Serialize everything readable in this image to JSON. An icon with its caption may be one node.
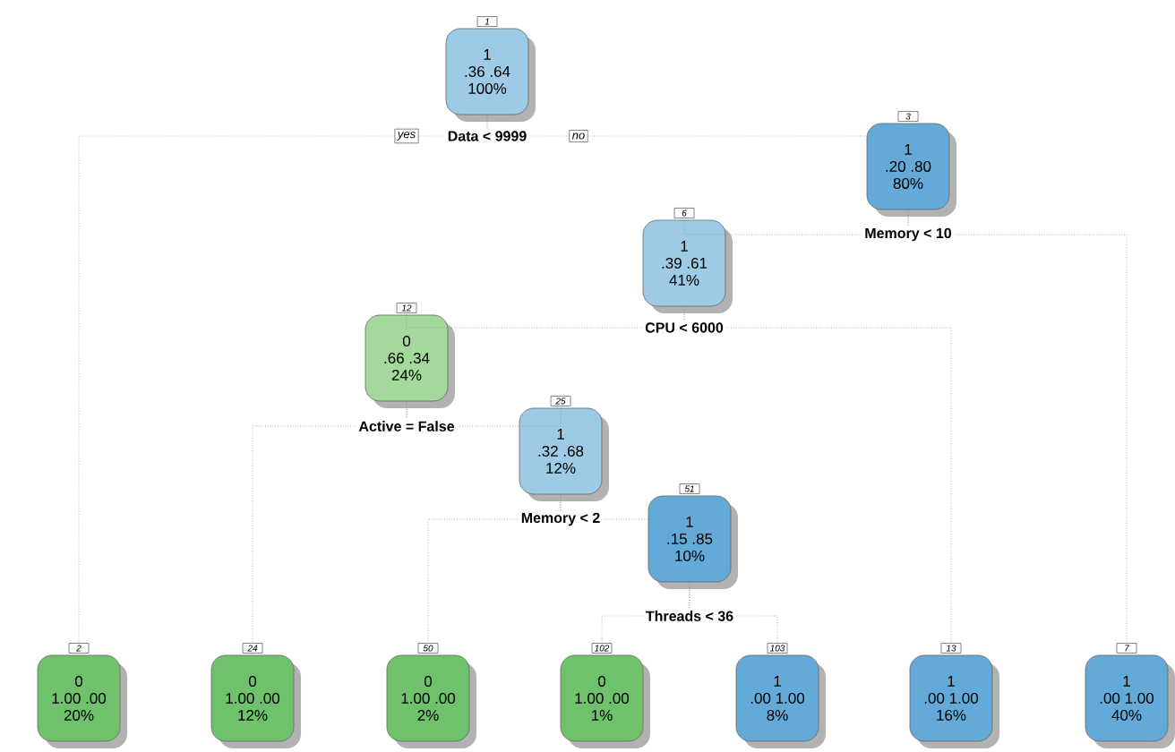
{
  "diagram": {
    "nodes": [
      {
        "text": [
          "1",
          ".36 .64",
          "100%"
        ],
        "beside": [
          "1",
          "Data < 9999"
        ]
      },
      {
        "text": [
          "1",
          ".20 .80",
          "80%"
        ],
        "beside": [
          "3",
          "Memory < 10"
        ]
      },
      {
        "text": [
          "1",
          ".39 .61",
          "41%"
        ],
        "beside": [
          "6",
          "CPU < 6000"
        ]
      },
      {
        "text": [
          "0",
          ".66 .34",
          "24%"
        ],
        "beside": [
          "12",
          "Active = False"
        ]
      },
      {
        "text": [
          "1",
          ".32 .68",
          "12%"
        ],
        "beside": [
          "25",
          "Memory < 2"
        ]
      },
      {
        "text": [
          "1",
          ".15 .85",
          "10%"
        ],
        "beside": [
          "51",
          "Threads < 36"
        ]
      },
      {
        "text": [
          "0",
          "1.00 .00",
          "20%"
        ],
        "beside": [
          "2"
        ]
      },
      {
        "text": [
          "0",
          "1.00 .00",
          "12%"
        ],
        "beside": [
          "24"
        ]
      },
      {
        "text": [
          "0",
          "1.00 .00",
          "2%"
        ],
        "beside": [
          "50"
        ]
      },
      {
        "text": [
          "0",
          "1.00 .00",
          "1%"
        ],
        "beside": [
          "102"
        ]
      },
      {
        "text": [
          "1",
          ".00 1.00",
          "8%"
        ],
        "beside": [
          "103"
        ]
      },
      {
        "text": [
          "1",
          ".00 1.00",
          "16%"
        ],
        "beside": [
          "13"
        ]
      },
      {
        "text": [
          "1",
          ".00 1.00",
          "40%"
        ],
        "beside": [
          "7"
        ]
      }
    ],
    "edges": [
      {
        "from": 0,
        "to": 6,
        "arrow": "none",
        "label": "yes"
      },
      {
        "from": 0,
        "to": 1,
        "arrow": "none",
        "label": "no"
      },
      {
        "from": 1,
        "to": 2,
        "arrow": "none"
      },
      {
        "from": 1,
        "to": 12,
        "arrow": "none"
      },
      {
        "from": 2,
        "to": 3,
        "arrow": "none"
      },
      {
        "from": 2,
        "to": 11,
        "arrow": "none"
      },
      {
        "from": 3,
        "to": 7,
        "arrow": "none"
      },
      {
        "from": 3,
        "to": 4,
        "arrow": "none"
      },
      {
        "from": 4,
        "to": 8,
        "arrow": "none"
      },
      {
        "from": 4,
        "to": 5,
        "arrow": "none"
      },
      {
        "from": 5,
        "to": 9,
        "arrow": "none"
      },
      {
        "from": 5,
        "to": 10,
        "arrow": "none"
      }
    ]
  }
}
